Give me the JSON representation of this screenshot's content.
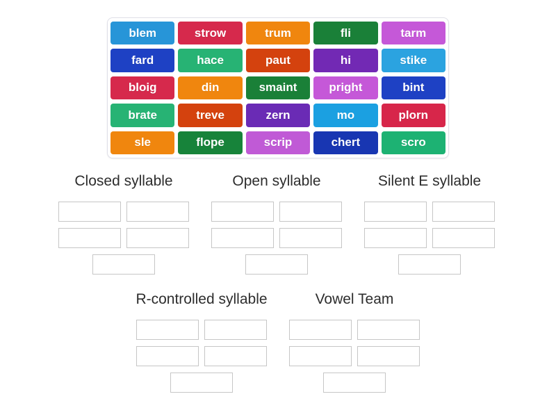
{
  "word_bank": {
    "tiles": [
      {
        "word": "blem",
        "color": "#2795d8"
      },
      {
        "word": "strow",
        "color": "#d6294c"
      },
      {
        "word": "trum",
        "color": "#f0860e"
      },
      {
        "word": "fli",
        "color": "#1a8038"
      },
      {
        "word": "tarm",
        "color": "#c558d8"
      },
      {
        "word": "fard",
        "color": "#1e41c4"
      },
      {
        "word": "hace",
        "color": "#27b374"
      },
      {
        "word": "paut",
        "color": "#d4420e"
      },
      {
        "word": "hi",
        "color": "#7229b4"
      },
      {
        "word": "stike",
        "color": "#2ba3e0"
      },
      {
        "word": "bloig",
        "color": "#d6294c"
      },
      {
        "word": "din",
        "color": "#f0860e"
      },
      {
        "word": "smaint",
        "color": "#1a8038"
      },
      {
        "word": "pright",
        "color": "#c558d8"
      },
      {
        "word": "bint",
        "color": "#1e41c4"
      },
      {
        "word": "brate",
        "color": "#27b374"
      },
      {
        "word": "treve",
        "color": "#d4420e"
      },
      {
        "word": "zern",
        "color": "#6a2bb5"
      },
      {
        "word": "mo",
        "color": "#1ba0e1"
      },
      {
        "word": "plorn",
        "color": "#d7264a"
      },
      {
        "word": "sle",
        "color": "#f0860e"
      },
      {
        "word": "flope",
        "color": "#17833a"
      },
      {
        "word": "scrip",
        "color": "#c05ad6"
      },
      {
        "word": "chert",
        "color": "#1836b2"
      },
      {
        "word": "scro",
        "color": "#1db273"
      }
    ]
  },
  "groups": [
    {
      "label": "Closed syllable",
      "slot_count": 5
    },
    {
      "label": "Open syllable",
      "slot_count": 5
    },
    {
      "label": "Silent E syllable",
      "slot_count": 5
    },
    {
      "label": "R-controlled syllable",
      "slot_count": 5
    },
    {
      "label": "Vowel Team",
      "slot_count": 5
    }
  ]
}
